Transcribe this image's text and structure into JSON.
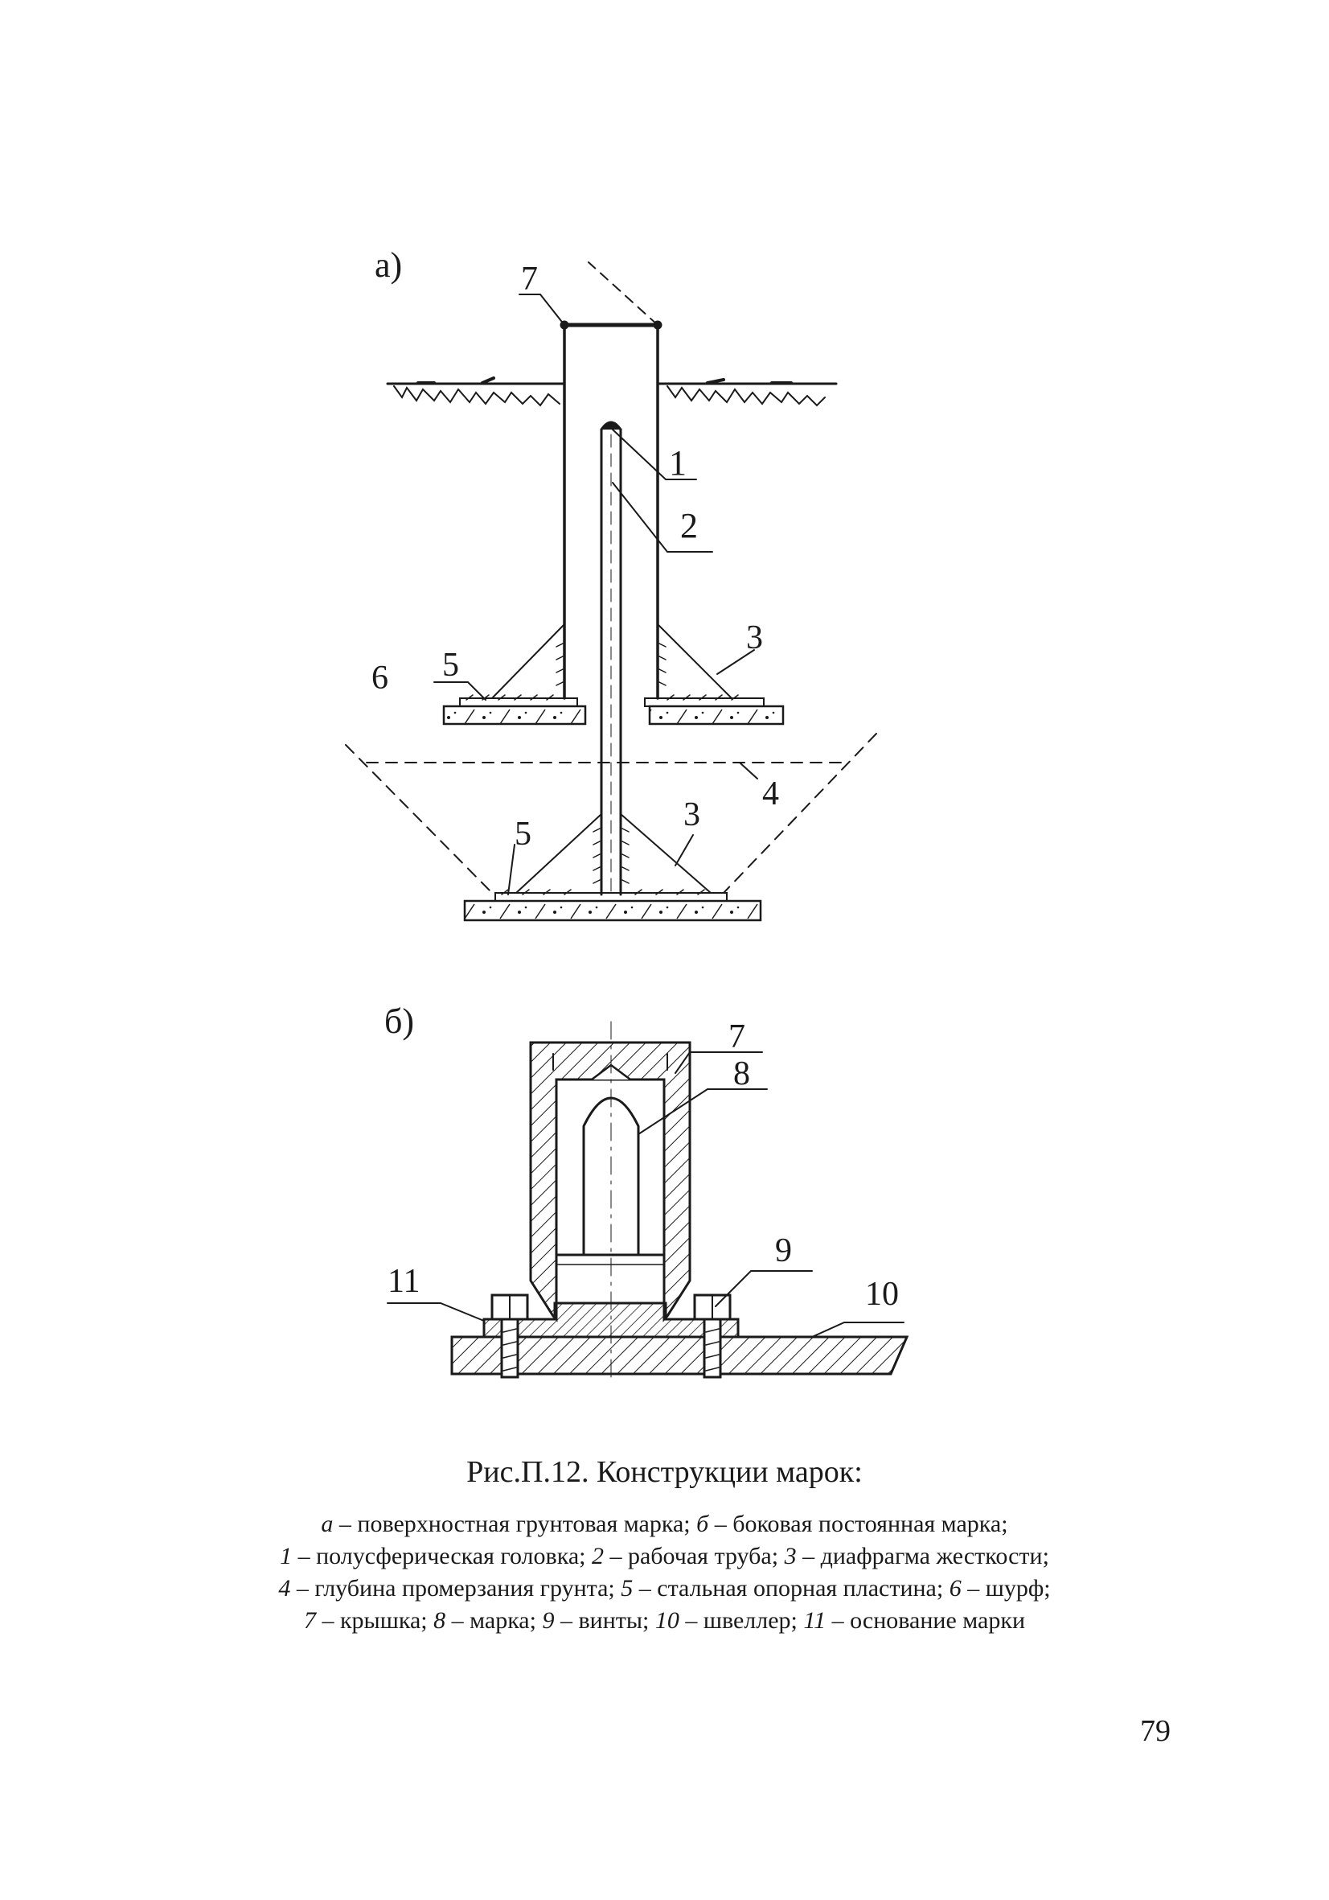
{
  "figure": {
    "panel_a_label": "а)",
    "panel_b_label": "б)",
    "callouts_a": {
      "c1": "1",
      "c2": "2",
      "c3_upper": "3",
      "c3_lower": "3",
      "c4": "4",
      "c5_upper": "5",
      "c5_lower": "5",
      "c6": "6",
      "c7": "7"
    },
    "callouts_b": {
      "c7": "7",
      "c8": "8",
      "c9": "9",
      "c10": "10",
      "c11": "11"
    }
  },
  "caption": {
    "title": "Рис.П.12. Конструкции марок:",
    "line1": {
      "a_key": "а",
      "a_text": " – поверхностная грунтовая марка; ",
      "b_key": "б",
      "b_text": " – боковая постоянная марка;"
    },
    "line2": {
      "k1": "1",
      "t1": " – полусферическая головка; ",
      "k2": "2",
      "t2": " – рабочая труба; ",
      "k3": "3",
      "t3": " – диафрагма жесткости;"
    },
    "line3": {
      "k4": "4",
      "t4": " – глубина промерзания грунта; ",
      "k5": "5",
      "t5": " – стальная опорная пластина; ",
      "k6": "6",
      "t6": " – шурф;"
    },
    "line4": {
      "k7": "7",
      "t7": " – крышка; ",
      "k8": "8",
      "t8": " – марка; ",
      "k9": "9",
      "t9": " – винты; ",
      "k10": "10",
      "t10": " – швеллер; ",
      "k11": "11",
      "t11": " – основание марки"
    }
  },
  "page": {
    "number": "79"
  },
  "colors": {
    "ink": "#1a1a1a",
    "paper": "#ffffff"
  }
}
